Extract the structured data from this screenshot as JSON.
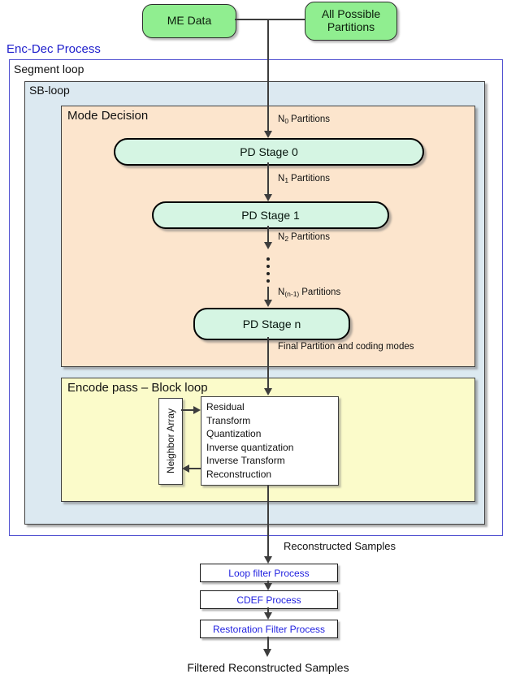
{
  "diagram": {
    "sources": {
      "me_data": "ME Data",
      "all_partitions": "All Possible Partitions"
    },
    "process_label": "Enc-Dec Process",
    "segment_loop_label": "Segment loop",
    "sb_loop_label": "SB-loop",
    "mode_decision": {
      "title": "Mode Decision",
      "stages": [
        {
          "label": "PD Stage 0"
        },
        {
          "label": "PD Stage 1"
        },
        {
          "label": "PD Stage n"
        }
      ],
      "partition_labels": [
        {
          "base": "N",
          "sub": "0",
          "rest": "Partitions"
        },
        {
          "base": "N",
          "sub": "1",
          "rest": "Partitions"
        },
        {
          "base": "N",
          "sub": "2",
          "rest": "Partitions"
        },
        {
          "base": "N",
          "sub": "(n-1)",
          "rest": "Partitions"
        }
      ],
      "final_label": "Final Partition and coding modes"
    },
    "encode_pass": {
      "title": "Encode pass – Block loop",
      "neighbor_array_label": "Neighbor Array",
      "steps": [
        "Residual",
        "Transform",
        "Quantization",
        "Inverse quantization",
        "Inverse Transform",
        "Reconstruction"
      ]
    },
    "reconstructed_label": "Reconstructed Samples",
    "filters": [
      {
        "label": "Loop filter Process"
      },
      {
        "label": "CDEF Process"
      },
      {
        "label": "Restoration Filter Process"
      }
    ],
    "output_label": "Filtered Reconstructed Samples",
    "colors": {
      "source_green": "#90ee90",
      "stage_mint": "#d5f5e3",
      "mode_decision_peach": "#fce5cd",
      "encode_pass_yellow": "#fbfbca",
      "sb_loop_blue": "#dce9f1",
      "outer_border_blue": "#5151d1",
      "process_label_blue": "#2020cc",
      "filter_text_blue": "#2222e0",
      "line_gray": "#3d3d3d"
    }
  }
}
